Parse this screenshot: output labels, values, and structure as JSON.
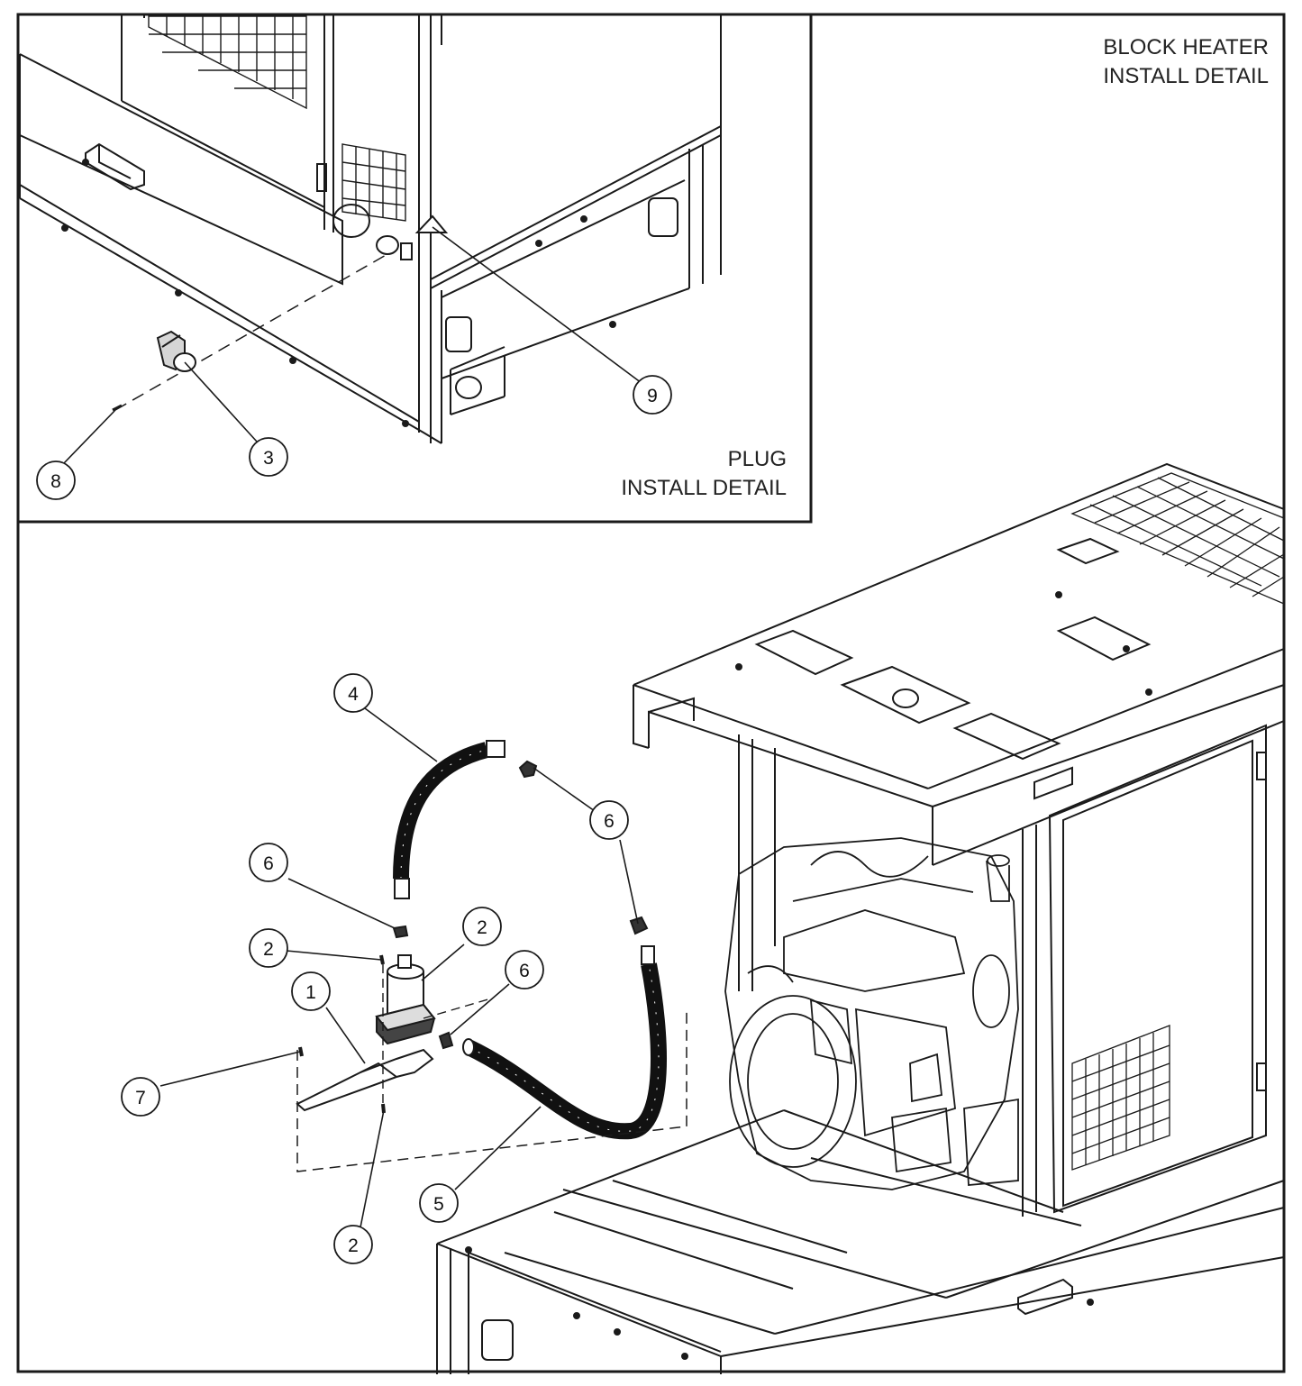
{
  "detail_labels": {
    "block_heater_line1": "BLOCK HEATER",
    "block_heater_line2": "INSTALL DETAIL",
    "plug_line1": "PLUG",
    "plug_line2": "INSTALL DETAIL"
  },
  "callouts": [
    {
      "id": "c8",
      "num": "8"
    },
    {
      "id": "c3",
      "num": "3"
    },
    {
      "id": "c9",
      "num": "9"
    },
    {
      "id": "c4",
      "num": "4"
    },
    {
      "id": "c6a",
      "num": "6"
    },
    {
      "id": "c6b",
      "num": "6"
    },
    {
      "id": "c2a",
      "num": "2"
    },
    {
      "id": "c2b",
      "num": "2"
    },
    {
      "id": "c6c",
      "num": "6"
    },
    {
      "id": "c1",
      "num": "1"
    },
    {
      "id": "c7",
      "num": "7"
    },
    {
      "id": "c5",
      "num": "5"
    },
    {
      "id": "c2c",
      "num": "2"
    }
  ],
  "colors": {
    "line": "#1a1a1a",
    "background": "#ffffff",
    "hose": "#111111"
  }
}
